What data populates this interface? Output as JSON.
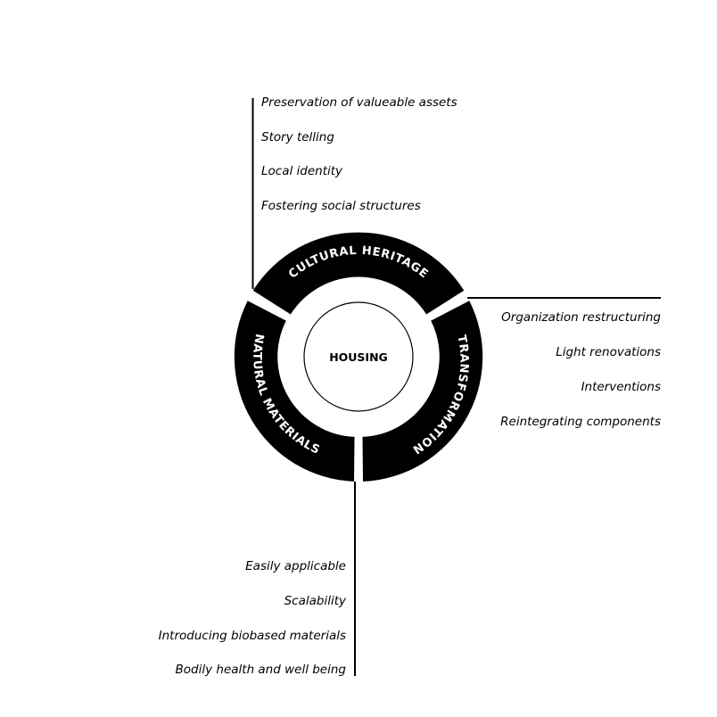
{
  "center": {
    "label": "HOUSING"
  },
  "segments": [
    {
      "id": "cultural",
      "label": "CULTURAL HERITAGE"
    },
    {
      "id": "transformation",
      "label": "TRANSFORMATION"
    },
    {
      "id": "natural",
      "label": "NATURAL MATERIALS"
    }
  ],
  "lists": {
    "cultural": [
      "Preservation of valueable assets",
      "Story telling",
      "Local identity",
      "Fostering social structures"
    ],
    "transformation": [
      "Organization restructuring",
      "Light renovations",
      "Interventions",
      "Reintegrating components"
    ],
    "natural": [
      "Easily applicable",
      "Scalability",
      "Introducing biobased materials",
      "Bodily health and well being"
    ]
  },
  "colors": {
    "ring": "#000000",
    "text_on_ring": "#ffffff",
    "background": "#ffffff"
  }
}
